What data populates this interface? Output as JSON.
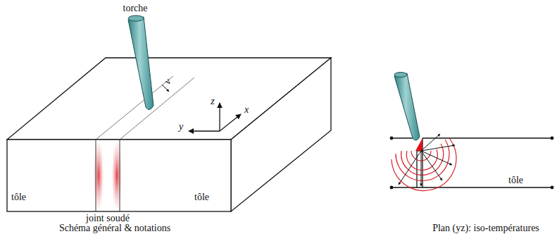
{
  "diagram": {
    "labels": [
      "torche",
      "v",
      "z",
      "x",
      "y",
      "tôle",
      "tôle",
      "joint soudé",
      "Schéma général & notations",
      "tôle",
      "Plan (yz): iso-températures"
    ]
  }
}
